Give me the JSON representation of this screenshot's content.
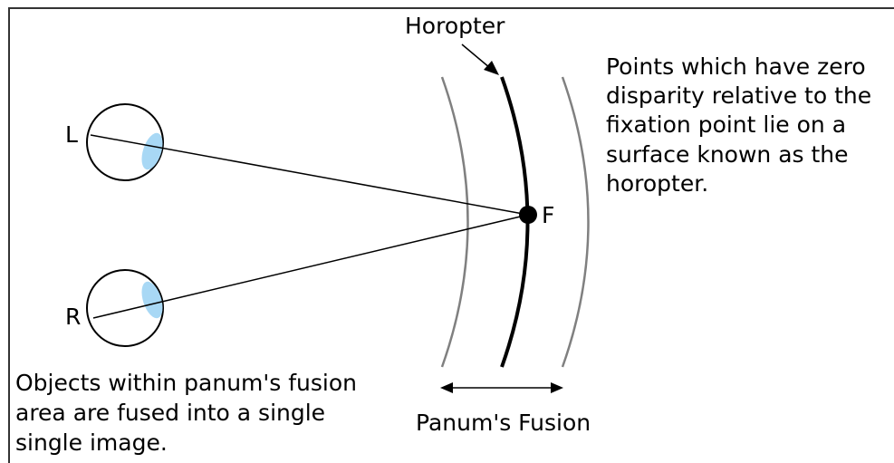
{
  "labels": {
    "horopter": "Horopter",
    "left_eye": "L",
    "right_eye": "R",
    "fixation": "F",
    "panum": "Panum's Fusion"
  },
  "right_text": [
    "Points which have zero",
    "disparity relative to the",
    "fixation point lie on a",
    "surface known as the",
    "horopter."
  ],
  "left_text": [
    "Objects within panum's fusion",
    "area are fused into a single",
    "single image."
  ],
  "colors": {
    "eye_lens": "#a8d8f5",
    "fusion_boundary": "#808080",
    "horopter": "#000000",
    "line": "#000000",
    "border": "#333333"
  }
}
